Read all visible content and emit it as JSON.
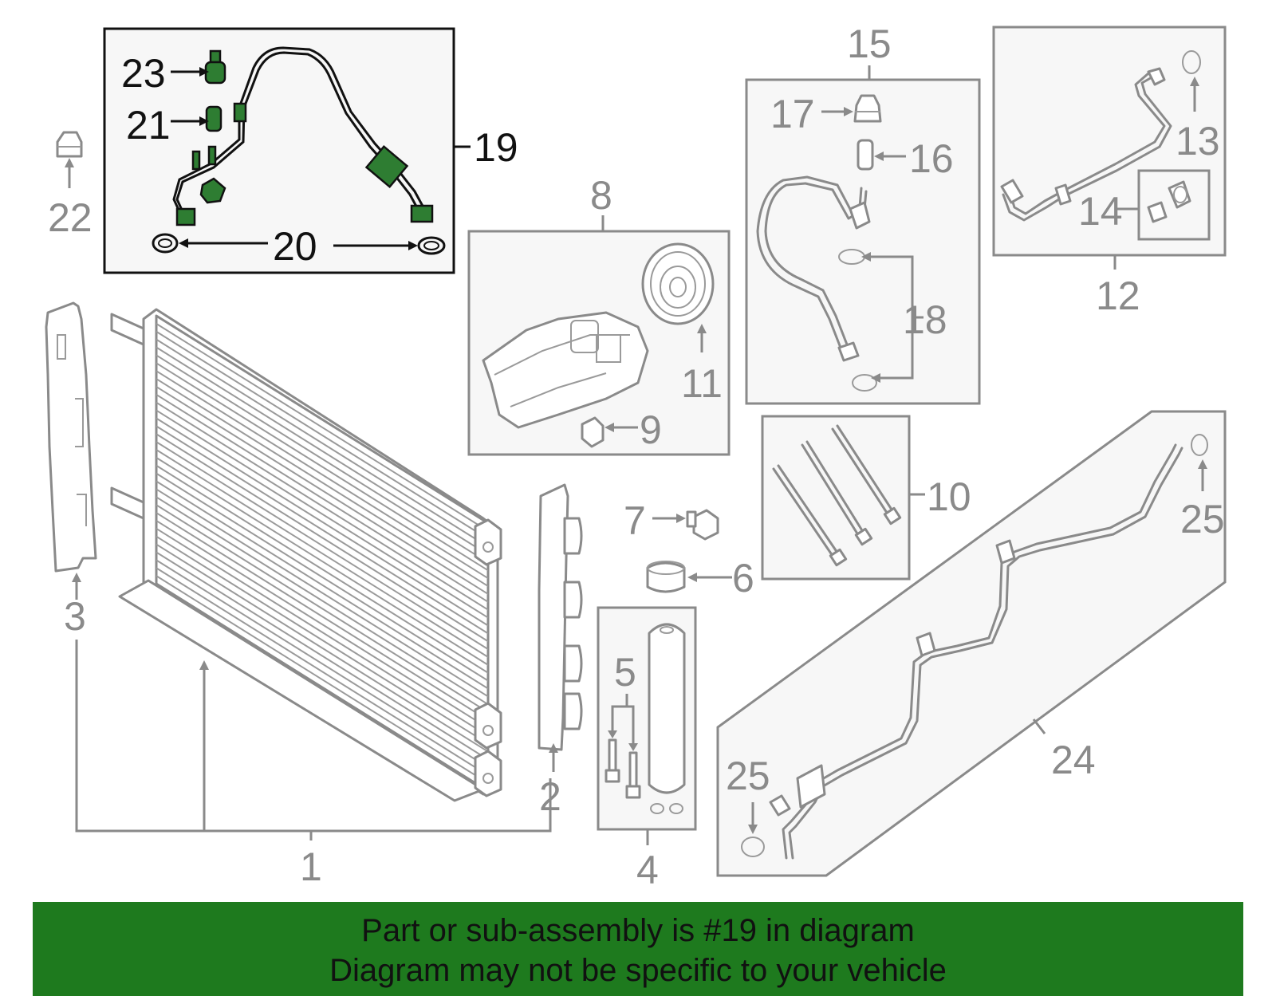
{
  "diagram": {
    "highlight_color": "#1e7a1e",
    "callouts": {
      "c1": "1",
      "c2": "2",
      "c3": "3",
      "c4": "4",
      "c5": "5",
      "c6": "6",
      "c7": "7",
      "c8": "8",
      "c9": "9",
      "c10": "10",
      "c11": "11",
      "c12": "12",
      "c13": "13",
      "c14": "14",
      "c15": "15",
      "c16": "16",
      "c17": "17",
      "c18": "18",
      "c19": "19",
      "c20": "20",
      "c21": "21",
      "c22": "22",
      "c23": "23",
      "c24": "24",
      "c25a": "25",
      "c25b": "25"
    }
  },
  "banner": {
    "line1": "Part or sub-assembly is #19 in diagram",
    "line2": "Diagram may not be specific to your vehicle"
  }
}
